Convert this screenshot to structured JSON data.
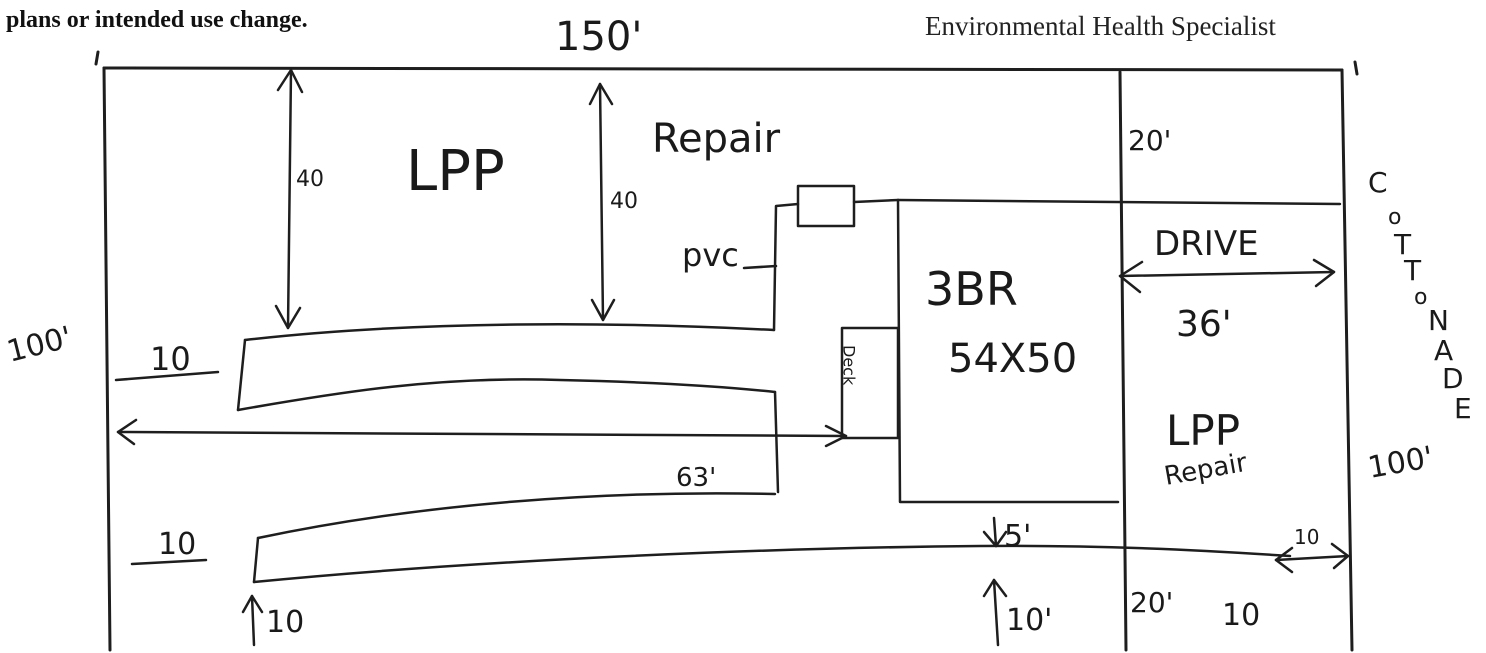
{
  "header": {
    "note_fragment": "plans or intended use change.",
    "signature_title": "Environmental Health Specialist"
  },
  "lot": {
    "width_label": "150'",
    "depth_left_label": "100'",
    "depth_right_label": "100'",
    "street_name": "COTTONADE"
  },
  "drainfield": {
    "label": "LPP",
    "setback_from_top": "40",
    "setback_right": "40",
    "trench_spacing_top": "10",
    "trench_spacing_bottom": "10",
    "setback_bottom": "10",
    "run_length": "63'"
  },
  "repair_area": {
    "label": "Repair"
  },
  "pipe": {
    "label": "pvc"
  },
  "deck": {
    "label": "Deck"
  },
  "house": {
    "label": "3BR",
    "size": "54X50",
    "setback_bottom": "5'",
    "setback_lower": "10'"
  },
  "drive": {
    "label": "DRIVE",
    "width": "36'",
    "setback_top": "20'",
    "setback_bottom": "20'",
    "setback_right": "10"
  },
  "right_reserve": {
    "label_line1": "LPP",
    "label_line2": "Repair",
    "corner_note": "10"
  }
}
